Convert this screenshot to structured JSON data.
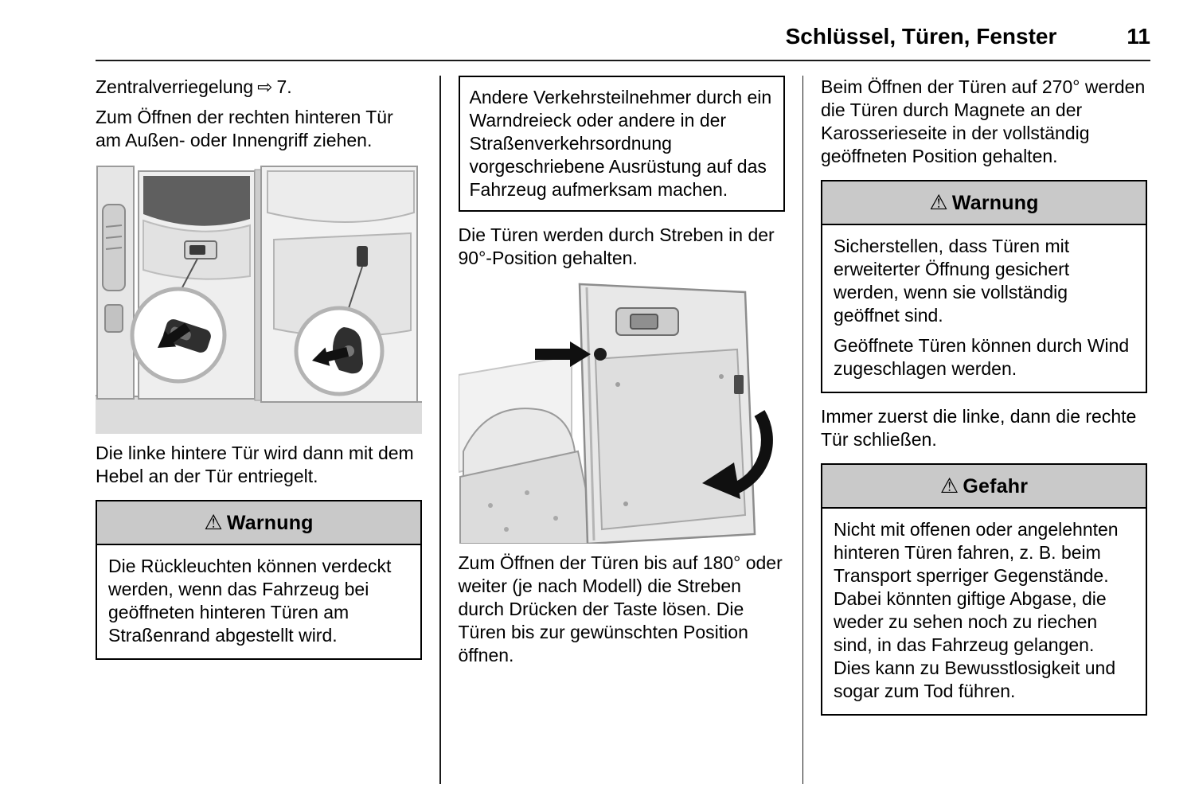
{
  "header": {
    "title": "Schlüssel, Türen, Fenster",
    "page_number": "11"
  },
  "icons": {
    "warning": "⚠",
    "cross_ref": "⇨"
  },
  "col1": {
    "ref_text": "Zentralverriegelung",
    "ref_page": "7.",
    "para_open_right": "Zum Öffnen der rechten hinteren Tür am Außen- oder Innengriff ziehen.",
    "para_left_door": "Die linke hintere Tür wird dann mit dem Hebel an der Tür entriegelt.",
    "warning_box": {
      "title": "Warnung",
      "body": "Die Rückleuchten können verdeckt werden, wenn das Fahrzeug bei geöffneten hinteren Türen am Straßenrand abgestellt wird."
    }
  },
  "col2": {
    "notice_box": "Andere Verkehrsteilnehmer durch ein Warndreieck oder andere in der Straßenverkehrsordnung vorgeschriebene Ausrüstung auf das Fahrzeug aufmerksam machen.",
    "para_struts": "Die Türen werden durch Streben in der 90°-Position gehalten.",
    "para_open_180": "Zum Öffnen der Türen bis auf 180° oder weiter (je nach Modell) die Streben durch Drücken der Taste lösen. Die Türen bis zur gewünschten Position öffnen."
  },
  "col3": {
    "para_270": "Beim Öffnen der Türen auf 270° werden die Türen durch Magnete an der Karosserieseite in der vollständig geöffneten Position gehalten.",
    "warning_box": {
      "title": "Warnung",
      "body1": "Sicherstellen, dass Türen mit erweiterter Öffnung gesichert werden, wenn sie vollständig geöffnet sind.",
      "body2": "Geöffnete Türen können durch Wind zugeschlagen werden."
    },
    "para_close_order": "Immer zuerst die linke, dann die rechte Tür schließen.",
    "danger_box": {
      "title": "Gefahr",
      "body": "Nicht mit offenen oder angelehnten hinteren Türen fahren, z. B. beim Transport sperriger Gegenstände. Dabei könnten giftige Abgase, die weder zu sehen noch zu riechen sind, in das Fahrzeug gelangen. Dies kann zu Bewusstlosigkeit und sogar zum Tod führen."
    }
  },
  "colors": {
    "box_header_bg": "#c9c9c9",
    "border": "#000000"
  }
}
